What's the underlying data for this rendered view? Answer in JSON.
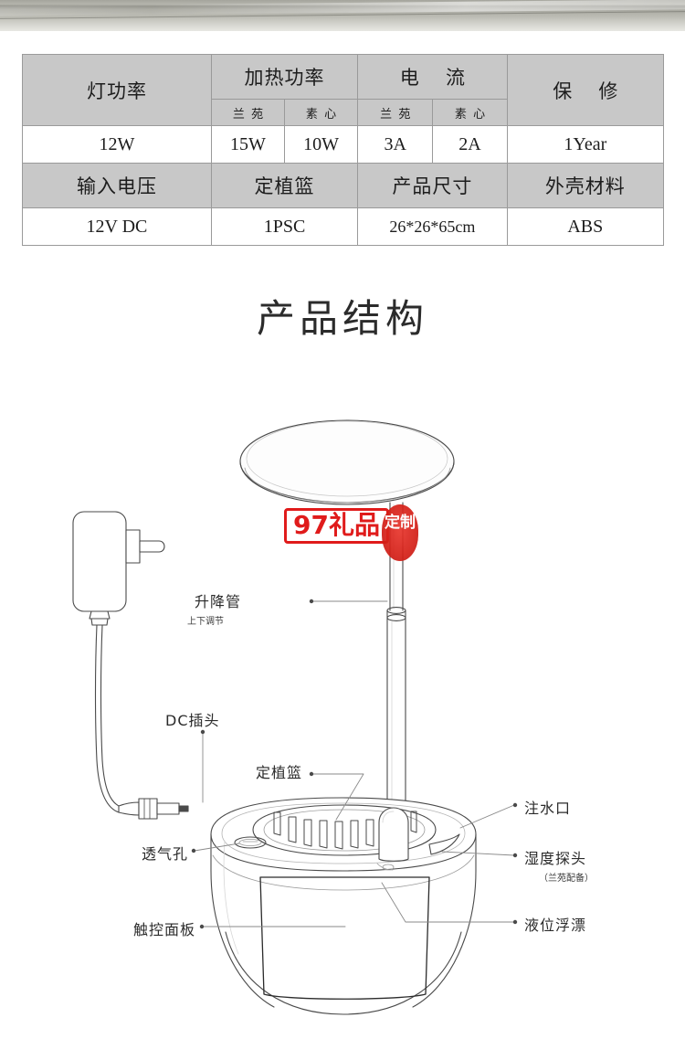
{
  "photo_strip": {
    "alt": "product-photo-edge-strip"
  },
  "spec_table": {
    "row1": {
      "c1_header": "灯功率",
      "c2_header": "加热功率",
      "c2_sub_a": "兰 苑",
      "c2_sub_b": "素 心",
      "c3_header": "电    流",
      "c3_sub_a": "兰 苑",
      "c3_sub_b": "素 心",
      "c4_header": "保    修"
    },
    "row2": {
      "c1_value": "12W",
      "c2_value_a": "15W",
      "c2_value_b": "10W",
      "c3_value_a": "3A",
      "c3_value_b": "2A",
      "c4_value": "1Year"
    },
    "row3": {
      "c1_header": "输入电压",
      "c2_header": "定植篮",
      "c3_header": "产品尺寸",
      "c4_header": "外壳材料"
    },
    "row4": {
      "c1_value": "12V  DC",
      "c2_value": "1PSC",
      "c3_value": "26*26*65cm",
      "c4_value": "ABS"
    },
    "header_bg": "#c8c8c8",
    "border_color": "#9a9a9a"
  },
  "section": {
    "title": "产品结构"
  },
  "watermark": {
    "box_text": "97礼品",
    "seal_text": "定制",
    "color": "#e01b1b"
  },
  "callouts": {
    "lift_tube": {
      "label": "升降管",
      "sub": "上下调节"
    },
    "dc_plug": {
      "label": "DC插头"
    },
    "planting_basket": {
      "label": "定植篮"
    },
    "vent_hole": {
      "label": "透气孔"
    },
    "touch_panel": {
      "label": "触控面板"
    },
    "water_inlet": {
      "label": "注水口"
    },
    "humidity_probe": {
      "label": "湿度探头",
      "sub": "（兰苑配备）"
    },
    "water_level_float": {
      "label": "液位浮漂"
    }
  },
  "diagram": {
    "parts": [
      "lamp-shade",
      "telescoping-tube",
      "pot-body",
      "planting-basket",
      "power-adapter",
      "dc-cable",
      "dc-plug",
      "touch-panel",
      "vent-hole",
      "water-inlet",
      "humidity-probe",
      "water-level-float"
    ],
    "line_color": "#4a4a4a"
  }
}
